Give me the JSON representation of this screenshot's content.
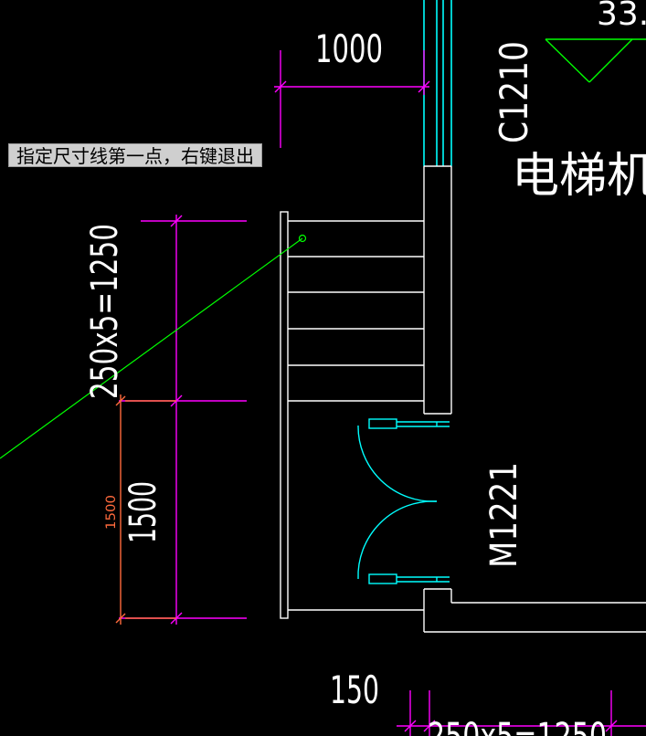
{
  "tooltip": {
    "prompt": "指定尺寸线第一点，右键退出"
  },
  "labels": {
    "dim_top": "1000",
    "window_code": "C1210",
    "room_name_partial": "电梯机",
    "level_partial": "33.",
    "dim_stairs": "250x5=1250",
    "dim_landing_major": "1500",
    "dim_landing_minor": "1500",
    "door_code": "M1221",
    "dim_bottom": "150",
    "dim_bottom_partial": "250x5=1250"
  },
  "colors": {
    "background": "#000000",
    "magenta": "#ff00ff",
    "white": "#ffffff",
    "cyan": "#00ffff",
    "green": "#00ff00",
    "orange": "#ff6a3d",
    "tooltip_bg": "#cfcfcf"
  }
}
